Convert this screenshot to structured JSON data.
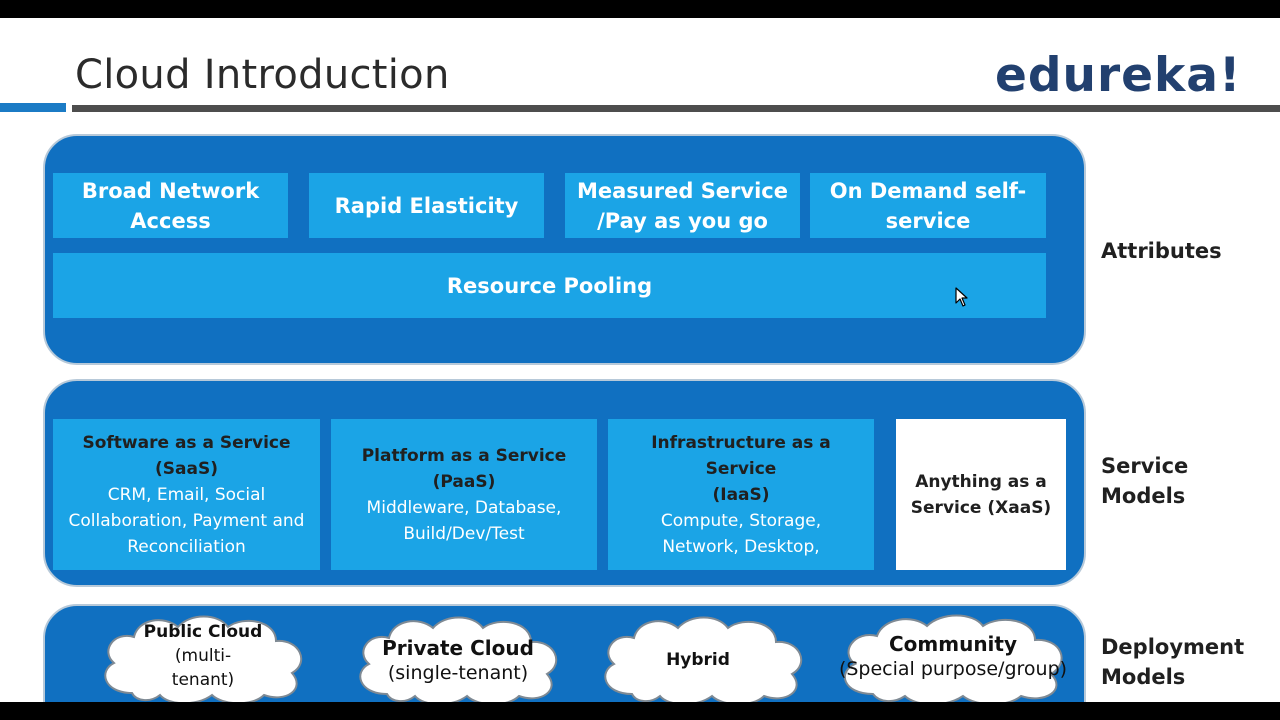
{
  "slide": {
    "title": "Cloud Introduction",
    "logo": "edureka!"
  },
  "attributes": {
    "label": "Attributes",
    "items": [
      "Broad Network Access",
      "Rapid Elasticity",
      "Measured Service /Pay as you go",
      "On Demand self-service"
    ],
    "pooling": "Resource Pooling"
  },
  "service_models": {
    "label_line1": "Service",
    "label_line2": "Models",
    "items": [
      {
        "name": "Software as a Service",
        "abbr": "(SaaS)",
        "desc": "CRM, Email, Social Collaboration, Payment and Reconciliation"
      },
      {
        "name": "Platform as a Service",
        "abbr": "(PaaS)",
        "desc": "Middleware, Database, Build/Dev/Test"
      },
      {
        "name": "Infrastructure as a Service",
        "abbr": "(IaaS)",
        "desc": "Compute, Storage, Network, Desktop,"
      },
      {
        "name": "Anything as a Service (XaaS)"
      }
    ]
  },
  "deployment_models": {
    "label_line1": "Deployment",
    "label_line2": "Models",
    "items": [
      {
        "name": "Public Cloud",
        "sub": "(multi-tenant)"
      },
      {
        "name": "Private Cloud",
        "sub": "(single-tenant)"
      },
      {
        "name": "Hybrid"
      },
      {
        "name": "Community",
        "sub": "(Special purpose/group)"
      }
    ]
  },
  "colors": {
    "panel": "#1070c1",
    "box": "#1ba4e6",
    "logo": "#22406f",
    "accent_rule": "#1b7bc5"
  }
}
